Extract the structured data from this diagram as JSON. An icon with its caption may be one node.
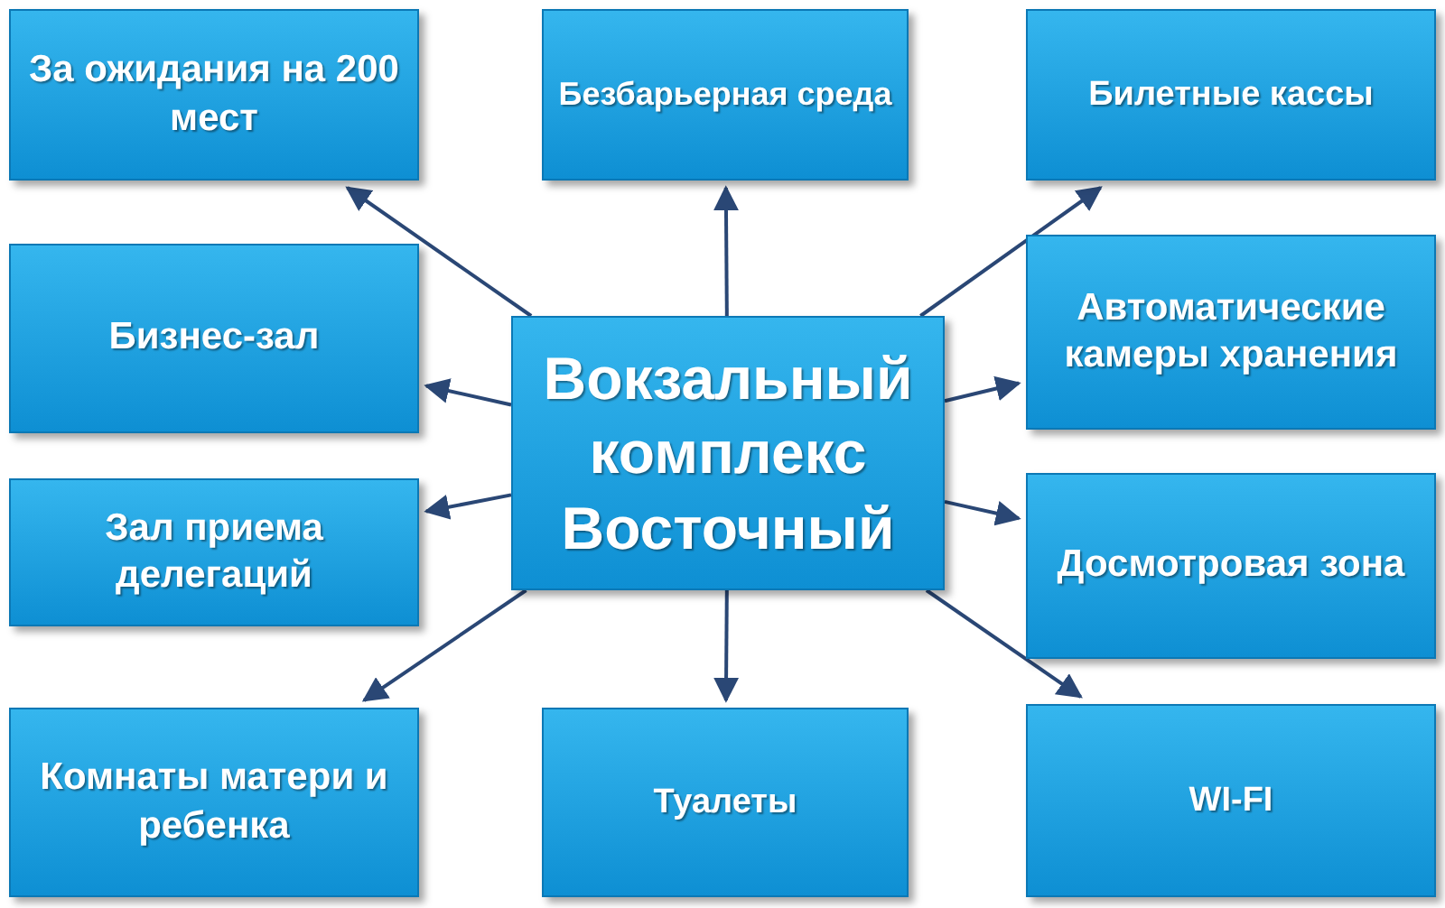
{
  "diagram": {
    "nodes": [
      {
        "text": [
          "За ожидания на 200 мест"
        ]
      },
      {
        "text": [
          "Безбарьерная среда"
        ]
      },
      {
        "text": [
          "Билетные кассы"
        ]
      },
      {
        "text": [
          "Бизнес-зал"
        ]
      },
      {
        "text": [
          "Вокзальный комплекс Восточный"
        ]
      },
      {
        "text": [
          "Автоматические камеры хранения"
        ]
      },
      {
        "text": [
          "Зал приема делегаций"
        ]
      },
      {
        "text": [
          "Досмотровая зона"
        ]
      },
      {
        "text": [
          "Комнаты матери и ребенка"
        ]
      },
      {
        "text": [
          "Туалеты"
        ]
      },
      {
        "text": [
          "WI-FI"
        ]
      }
    ],
    "edges": [
      {
        "from": 4,
        "to": 0,
        "arrow": "to"
      },
      {
        "from": 4,
        "to": 1,
        "arrow": "to"
      },
      {
        "from": 4,
        "to": 2,
        "arrow": "to"
      },
      {
        "from": 4,
        "to": 3,
        "arrow": "to"
      },
      {
        "from": 4,
        "to": 5,
        "arrow": "to"
      },
      {
        "from": 4,
        "to": 6,
        "arrow": "to"
      },
      {
        "from": 4,
        "to": 7,
        "arrow": "to"
      },
      {
        "from": 4,
        "to": 8,
        "arrow": "to"
      },
      {
        "from": 4,
        "to": 9,
        "arrow": "to"
      },
      {
        "from": 4,
        "to": 10,
        "arrow": "to"
      }
    ]
  }
}
